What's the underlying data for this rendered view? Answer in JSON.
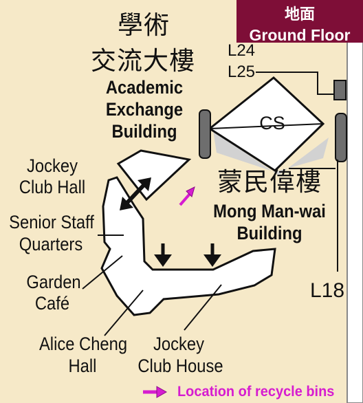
{
  "floor": {
    "zh": "地面",
    "en": "Ground Floor"
  },
  "buildings": {
    "academic_zh": [
      "學術",
      "交流大樓"
    ],
    "academic_en": [
      "Academic",
      "Exchange",
      "Building"
    ],
    "mong_zh": "蒙民偉樓",
    "mong_en": [
      "Mong Man-wai",
      "Building"
    ],
    "cs": "CS"
  },
  "labels": {
    "jockey_club_hall": [
      "Jockey",
      "Club Hall"
    ],
    "senior_staff": [
      "Senior Staff",
      "Quarters"
    ],
    "garden_cafe": [
      "Garden",
      "Café"
    ],
    "alice_cheng": [
      "Alice Cheng",
      "Hall"
    ],
    "jockey_club_house": [
      "Jockey",
      "Club House"
    ],
    "l24": "L24",
    "l25": "L25",
    "l18": "L18"
  },
  "legend": {
    "text": "Location of recycle bins"
  },
  "colors": {
    "background": "#f6e9c8",
    "building": "#ffffff",
    "building_shadow": "#d2d2d2",
    "outline": "#111111",
    "dark_block": "#6e6e6e",
    "badge": "#7e0e37",
    "recycle": "#d61cd0"
  }
}
